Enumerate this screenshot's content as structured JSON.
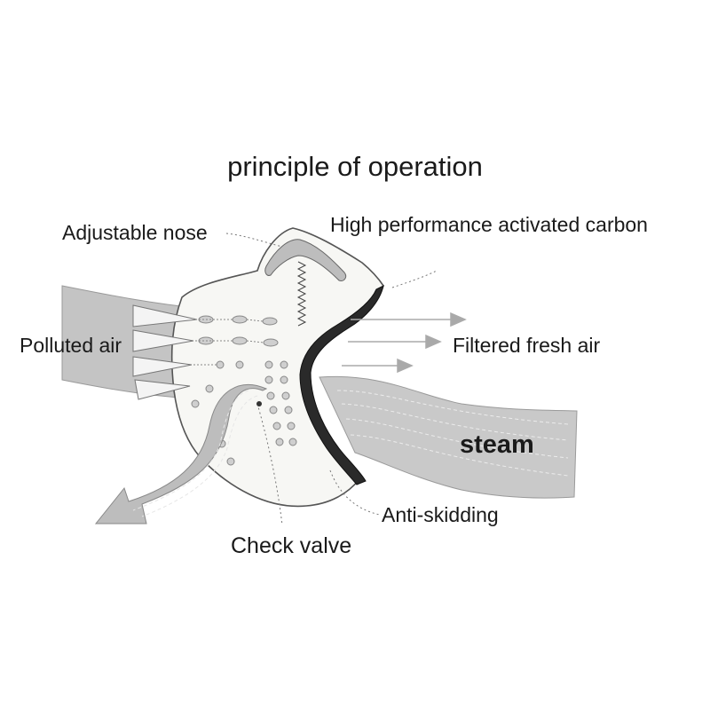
{
  "title": "principle of operation",
  "labels": {
    "adjustable_nose": "Adjustable nose",
    "activated_carbon": "High performance activated carbon",
    "polluted_air": "Polluted air",
    "filtered_air": "Filtered fresh air",
    "steam": "steam",
    "anti_skidding": "Anti-skidding",
    "check_valve": "Check valve"
  },
  "colors": {
    "flow_gray": "#bdbdbd",
    "mask_fill": "#f7f7f4",
    "rim_dark": "#2a2a2a",
    "arrow_gray": "#a9a9a9"
  }
}
